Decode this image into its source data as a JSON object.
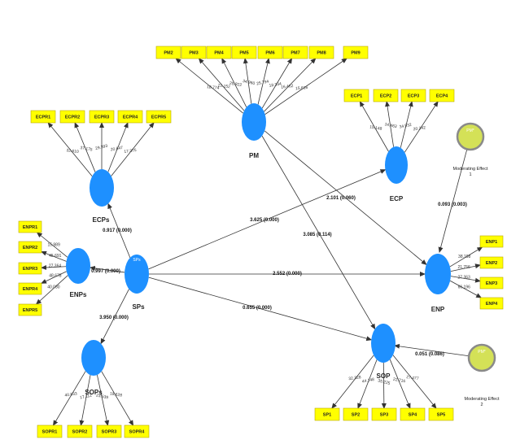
{
  "colors": {
    "construct": "#1e90ff",
    "indicator": "#ffff00",
    "indicator_border": "#b8a800",
    "moderator": "#d4e157",
    "moderator_border": "#8a8a8a",
    "line": "#333333"
  },
  "constructs": {
    "ECPs": "ECPs",
    "ENPs": "ENPs",
    "SPs": "SPs",
    "SOPs": "SOPs",
    "PM": "PM",
    "ECP": "ECP",
    "ENP": "ENP",
    "SOP": "SOP"
  },
  "sps_inner": "SPs",
  "moderators": {
    "m1_label_1": "Moderating Effect",
    "m1_label_2": "1",
    "m2_label_1": "Moderating Effect",
    "m2_label_2": "2",
    "m1_inner": "PM*",
    "m2_inner": "PM*"
  },
  "indicators": {
    "pm": [
      "PM2",
      "PM3",
      "PM4",
      "PM5",
      "PM6",
      "PM7",
      "PM8",
      "PM9"
    ],
    "ecps": [
      "ECPR1",
      "ECPR2",
      "ECPR3",
      "ECPR4",
      "ECPR5"
    ],
    "ecp": [
      "ECP1",
      "ECP2",
      "ECP3",
      "ECP4"
    ],
    "enps": [
      "ENPR1",
      "ENPR2",
      "ENPR3",
      "ENPR4",
      "ENPR5"
    ],
    "enp": [
      "ENP1",
      "ENP2",
      "ENP3",
      "ENP4"
    ],
    "sops": [
      "SOPR1",
      "SOPR2",
      "SOPR3",
      "SOPR4"
    ],
    "sop": [
      "SP1",
      "SP2",
      "SP3",
      "SP4",
      "SP5"
    ]
  },
  "loadings": {
    "pm": [
      "18.774",
      "22.152",
      "25.822",
      "34.960",
      "25.794",
      "18.334",
      "16.462",
      "15.616"
    ],
    "ecps": [
      "32.610",
      "37.175",
      "29.393",
      "20.647",
      "17.375"
    ],
    "ecp": [
      "15.148",
      "14.463",
      "34.932",
      "20.242"
    ],
    "enps": [
      "15.989",
      "45.691",
      "27.364",
      "48.678",
      "40.030"
    ],
    "enp": [
      "38.198",
      "21.756",
      "27.363",
      "66.196"
    ],
    "sops": [
      "40.833",
      "17.112",
      "23.539",
      "19.628"
    ],
    "sop": [
      "32.328",
      "44.148",
      "35.225",
      "22.716",
      "27.477"
    ]
  },
  "paths": {
    "sps_ecps": "0.917 (0.000)",
    "sps_enps": "0.997 (0.000)",
    "sps_sops": "3.950 (0.000)",
    "sps_ecp": "3.625 (0.000)",
    "sps_enp": "2.552 (0.000)",
    "sps_sop": "0.655 (0.000)",
    "pm_enp": "2.101 (0.060)",
    "pm_sop": "3.085 (0.114)",
    "m1_enp": "0.093 (0.003)",
    "m2_sop": "0.051 (0.086)"
  }
}
